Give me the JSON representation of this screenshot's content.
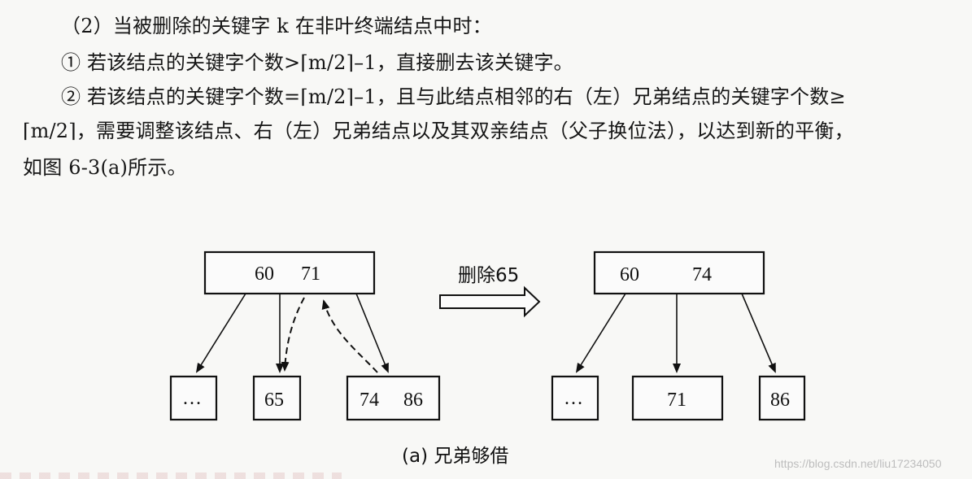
{
  "text": {
    "line1": "（2）当被删除的关键字 k 在非叶终端结点中时：",
    "line2": "① 若该结点的关键字个数>⌈m/2⌉–1，直接删去该关键字。",
    "line3": "② 若该结点的关键字个数=⌈m/2⌉–1，且与此结点相邻的右（左）兄弟结点的关键字个数≥",
    "line4": "⌈m/2⌉，需要调整该结点、右（左）兄弟结点以及其双亲结点（父子换位法），以达到新的平衡，",
    "line5": "如图 6-3(a)所示。"
  },
  "diagram": {
    "before": {
      "root_key1": "60",
      "root_key2": "71",
      "child1": "…",
      "child2": "65",
      "child3_key1": "74",
      "child3_key2": "86"
    },
    "operation_label": "删除65",
    "after": {
      "root_key1": "60",
      "root_key2": "74",
      "child1": "…",
      "child2": "71",
      "child3": "86"
    },
    "caption": "(a) 兄弟够借"
  },
  "watermark": "https://blog.csdn.net/liu17234050"
}
